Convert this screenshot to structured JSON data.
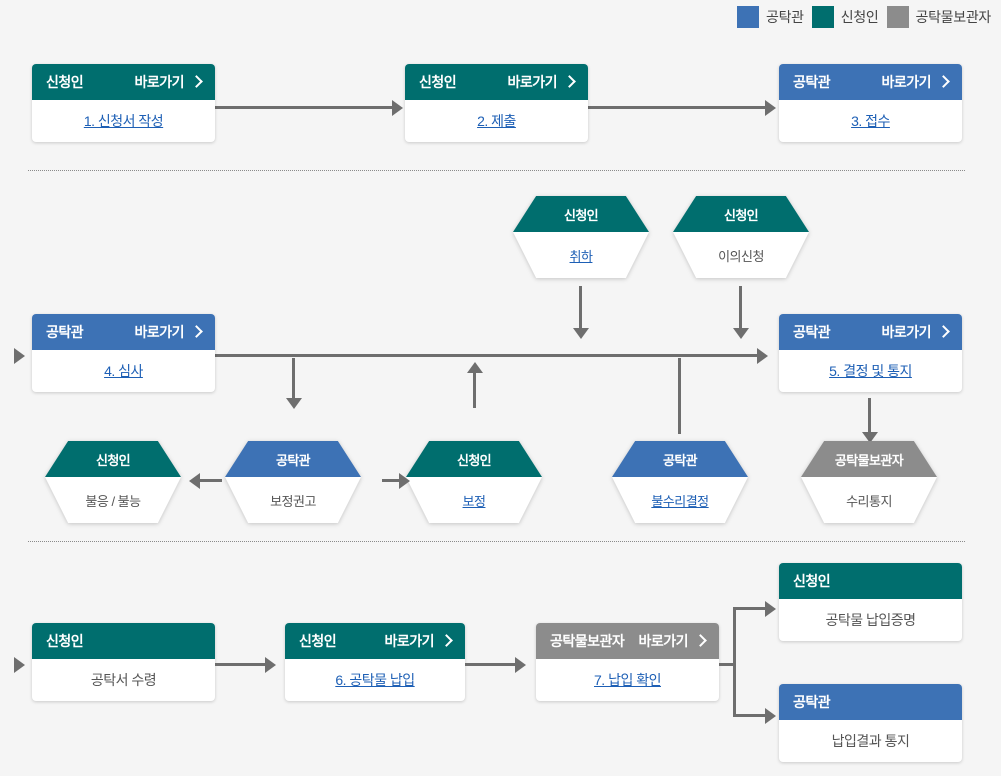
{
  "legend": {
    "items": [
      {
        "label": "공탁관",
        "color": "#3d72b5"
      },
      {
        "label": "신청인",
        "color": "#006e6e"
      },
      {
        "label": "공탁물보관자",
        "color": "#8c8c8c"
      }
    ]
  },
  "common": {
    "goto_label": "바로가기",
    "chevron_icon": "chevron-right-icon"
  },
  "roles": {
    "applicant": "신청인",
    "officer": "공탁관",
    "custodian": "공탁물보관자"
  },
  "steps": {
    "s1": {
      "role": "신청인",
      "goto": "바로가기",
      "text": "1. 신청서 작성"
    },
    "s2": {
      "role": "신청인",
      "goto": "바로가기",
      "text": "2. 제출"
    },
    "s3": {
      "role": "공탁관",
      "goto": "바로가기",
      "text": "3. 접수"
    },
    "s4": {
      "role": "공탁관",
      "goto": "바로가기",
      "text": "4. 심사"
    },
    "s5": {
      "role": "공탁관",
      "goto": "바로가기",
      "text": "5. 결정 및 통지"
    },
    "s6": {
      "role": "신청인",
      "goto": "바로가기",
      "text": "6. 공탁물 납입"
    },
    "s7": {
      "role": "공탁물보관자",
      "goto": "바로가기",
      "text": "7. 납입 확인"
    },
    "receipt": {
      "role": "신청인",
      "text": "공탁서 수령"
    },
    "proof": {
      "role": "신청인",
      "text": "공탁물 납입증명"
    },
    "result_notice": {
      "role": "공탁관",
      "text": "납입결과 통지"
    }
  },
  "branches": {
    "withdraw": {
      "role": "신청인",
      "text": "취하"
    },
    "objection": {
      "role": "신청인",
      "text": "이의신청"
    },
    "refuse_unable": {
      "role": "신청인",
      "text": "불응 / 불능"
    },
    "correction_advice": {
      "role": "공탁관",
      "text": "보정권고"
    },
    "correction": {
      "role": "신청인",
      "text": "보정"
    },
    "rejection": {
      "role": "공탁관",
      "text": "불수리결정"
    },
    "acceptance_notice": {
      "role": "공탁물보관자",
      "text": "수리통지"
    }
  }
}
